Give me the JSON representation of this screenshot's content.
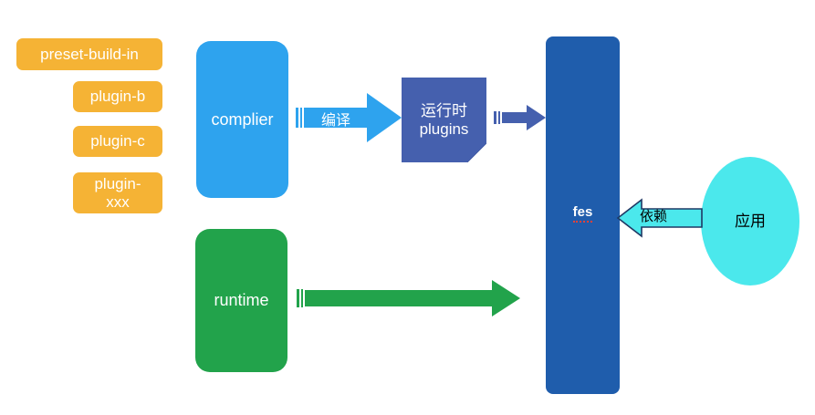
{
  "diagram": {
    "title": "fes architecture diagram",
    "background": "#ffffff",
    "colors": {
      "chip_orange": "#F5B335",
      "complier_blue": "#2EA3EE",
      "runtime_green": "#22A34B",
      "plugins_slate": "#4560AE",
      "fes_dark_blue": "#1F5DAC",
      "app_cyan": "#4BE8EC",
      "spellcheck_underline": "#E8413A"
    },
    "plugins_list": [
      {
        "label": "preset-build-in"
      },
      {
        "label": "plugin-b"
      },
      {
        "label": "plugin-c"
      },
      {
        "label": "plugin-xxx",
        "line1": "plugin-",
        "line2": "xxx"
      }
    ],
    "nodes": {
      "complier": "complier",
      "runtime": "runtime",
      "runtime_plugins_line1": "运行时",
      "runtime_plugins_line2": "plugins",
      "fes": "fes",
      "app": "应用"
    },
    "arrows": [
      {
        "name": "compile-arrow",
        "label": "编译",
        "direction": "right",
        "color": "#2EA3EE"
      },
      {
        "name": "plugins-to-fes-arrow",
        "label": "",
        "direction": "right",
        "color": "#4560AE"
      },
      {
        "name": "runtime-to-fes-arrow",
        "label": "",
        "direction": "right",
        "color": "#22A34B"
      },
      {
        "name": "depend-arrow",
        "label": "依赖",
        "direction": "left",
        "color": "#4BE8EC"
      }
    ]
  }
}
